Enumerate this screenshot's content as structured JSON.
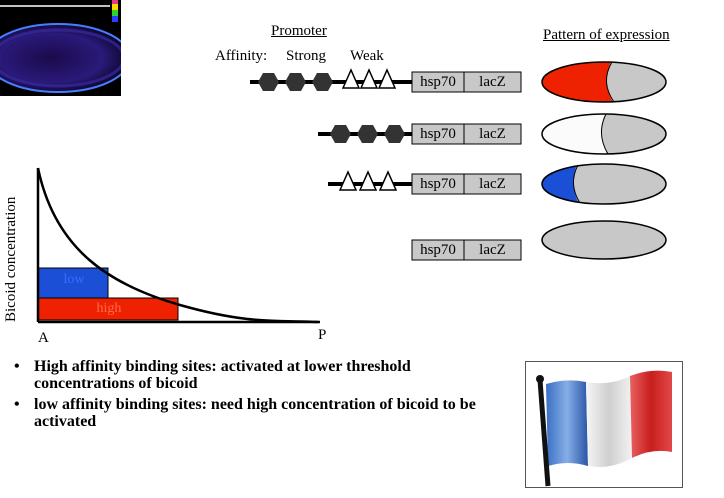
{
  "header": {
    "promoter": "Promoter",
    "affinity": "Affinity:",
    "strong": "Strong",
    "weak": "Weak",
    "pattern": "Pattern of expression"
  },
  "constructs": [
    {
      "binding_sites": "3 strong + 3 weak",
      "gene_labels": [
        "hsp70",
        "lacZ"
      ],
      "expression": "anterior red"
    },
    {
      "binding_sites": "3 strong",
      "gene_labels": [
        "hsp70",
        "lacZ"
      ],
      "expression": "anterior white"
    },
    {
      "binding_sites": "3 weak",
      "gene_labels": [
        "hsp70",
        "lacZ"
      ],
      "expression": "anterior blue"
    },
    {
      "binding_sites": "none",
      "gene_labels": [
        "hsp70",
        "lacZ"
      ],
      "expression": "none"
    }
  ],
  "graph": {
    "ylabel": "Bicoid concentration",
    "x_left": "A",
    "x_right": "P",
    "low_label": "low",
    "high_label": "high"
  },
  "bullets": [
    "High affinity binding sites:  activated at lower threshold concentrations of bicoid",
    "low affinity binding sites:  need high concentration of bicoid to be activated"
  ],
  "colors": {
    "red": "#ee2200",
    "blue": "#1a4fd6",
    "gray_box": "#c8c8c8",
    "embryo_gray": "#c8c8c8"
  },
  "icons": {
    "strong_site": "black-hexagon",
    "weak_site": "white-triangle"
  }
}
